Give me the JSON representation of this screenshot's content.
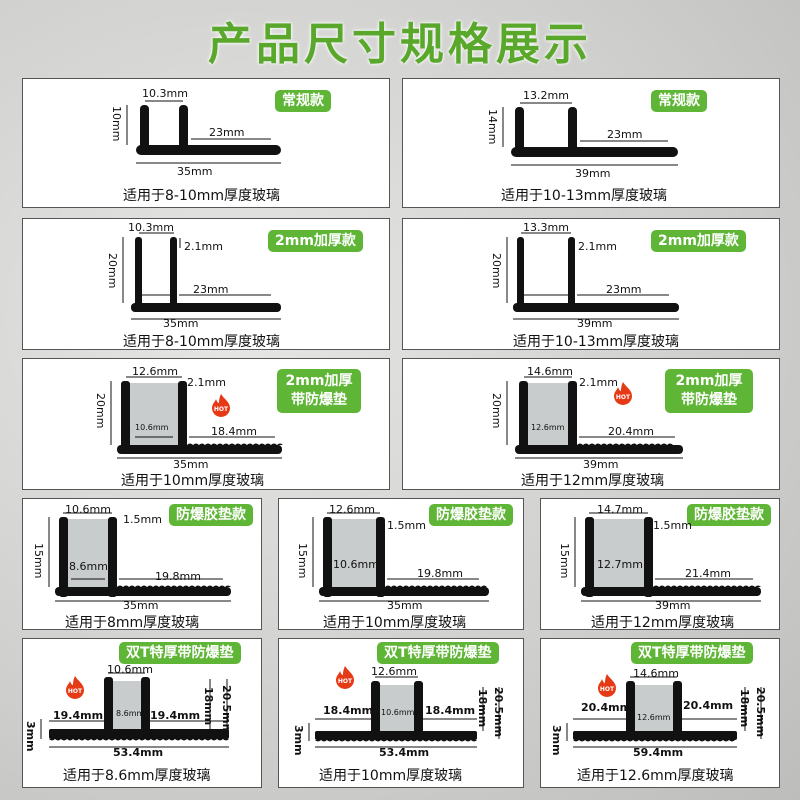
{
  "title": "产品尺寸规格展示",
  "colors": {
    "accent": "#5fb536",
    "profile": "#111111",
    "gasket": "#c8cccc",
    "hot": "#e63a16"
  },
  "cards": [
    {
      "badge": "常规款",
      "caption": "适用于8-10mm厚度玻璃",
      "d_top": "10.3mm",
      "d_height": "10mm",
      "d_flange": "23mm",
      "d_total": "35mm"
    },
    {
      "badge": "常规款",
      "caption": "适用于10-13mm厚度玻璃",
      "d_top": "13.2mm",
      "d_height": "14mm",
      "d_flange": "23mm",
      "d_total": "39mm"
    },
    {
      "badge": "2mm加厚款",
      "caption": "适用于8-10mm厚度玻璃",
      "d_top": "10.3mm",
      "d_height": "20mm",
      "d_thick": "2.1mm",
      "d_flange": "23mm",
      "d_total": "35mm"
    },
    {
      "badge": "2mm加厚款",
      "caption": "适用于10-13mm厚度玻璃",
      "d_top": "13.3mm",
      "d_height": "20mm",
      "d_thick": "2.1mm",
      "d_flange": "23mm",
      "d_total": "39mm"
    },
    {
      "badge": "2mm加厚带防爆垫",
      "caption": "适用于10mm厚度玻璃",
      "d_top": "12.6mm",
      "d_height": "20mm",
      "d_thick": "2.1mm",
      "d_inner": "10.6mm",
      "d_flange": "18.4mm",
      "d_total": "35mm",
      "hot": "HOT"
    },
    {
      "badge": "2mm加厚带防爆垫",
      "caption": "适用于12mm厚度玻璃",
      "d_top": "14.6mm",
      "d_height": "20mm",
      "d_thick": "2.1mm",
      "d_inner": "12.6mm",
      "d_flange": "20.4mm",
      "d_total": "39mm",
      "hot": "HOT"
    },
    {
      "badge": "防爆胶垫款",
      "caption": "适用于8mm厚度玻璃",
      "d_top": "10.6mm",
      "d_height": "15mm",
      "d_thick": "1.5mm",
      "d_inner": "8.6mm",
      "d_flange": "19.8mm",
      "d_total": "35mm"
    },
    {
      "badge": "防爆胶垫款",
      "caption": "适用于10mm厚度玻璃",
      "d_top": "12.6mm",
      "d_height": "15mm",
      "d_thick": "1.5mm",
      "d_inner": "10.6mm",
      "d_flange": "19.8mm",
      "d_total": "35mm"
    },
    {
      "badge": "防爆胶垫款",
      "caption": "适用于12mm厚度玻璃",
      "d_top": "14.7mm",
      "d_height": "15mm",
      "d_thick": "1.5mm",
      "d_inner": "12.7mm",
      "d_flange": "21.4mm",
      "d_total": "39mm"
    },
    {
      "badge": "双T特厚带防爆垫",
      "caption": "适用于8.6mm厚度玻璃",
      "d_top": "10.6mm",
      "d_inner": "8.6mm",
      "d_left": "19.4mm",
      "d_right": "19.4mm",
      "d_h1": "18mm",
      "d_h2": "20.5mm",
      "d_base": "3mm",
      "d_total": "53.4mm",
      "hot": "HOT"
    },
    {
      "badge": "双T特厚带防爆垫",
      "caption": "适用于10mm厚度玻璃",
      "d_top": "12.6mm",
      "d_inner": "10.6mm",
      "d_left": "18.4mm",
      "d_right": "18.4mm",
      "d_h1": "18mm",
      "d_h2": "20.5mm",
      "d_base": "3mm",
      "d_total": "53.4mm",
      "hot": "HOT"
    },
    {
      "badge": "双T特厚带防爆垫",
      "caption": "适用于12.6mm厚度玻璃",
      "d_top": "14.6mm",
      "d_inner": "12.6mm",
      "d_left": "20.4mm",
      "d_right": "20.4mm",
      "d_h1": "18mm",
      "d_h2": "20.5mm",
      "d_base": "3mm",
      "d_total": "59.4mm",
      "hot": "HOT"
    }
  ]
}
